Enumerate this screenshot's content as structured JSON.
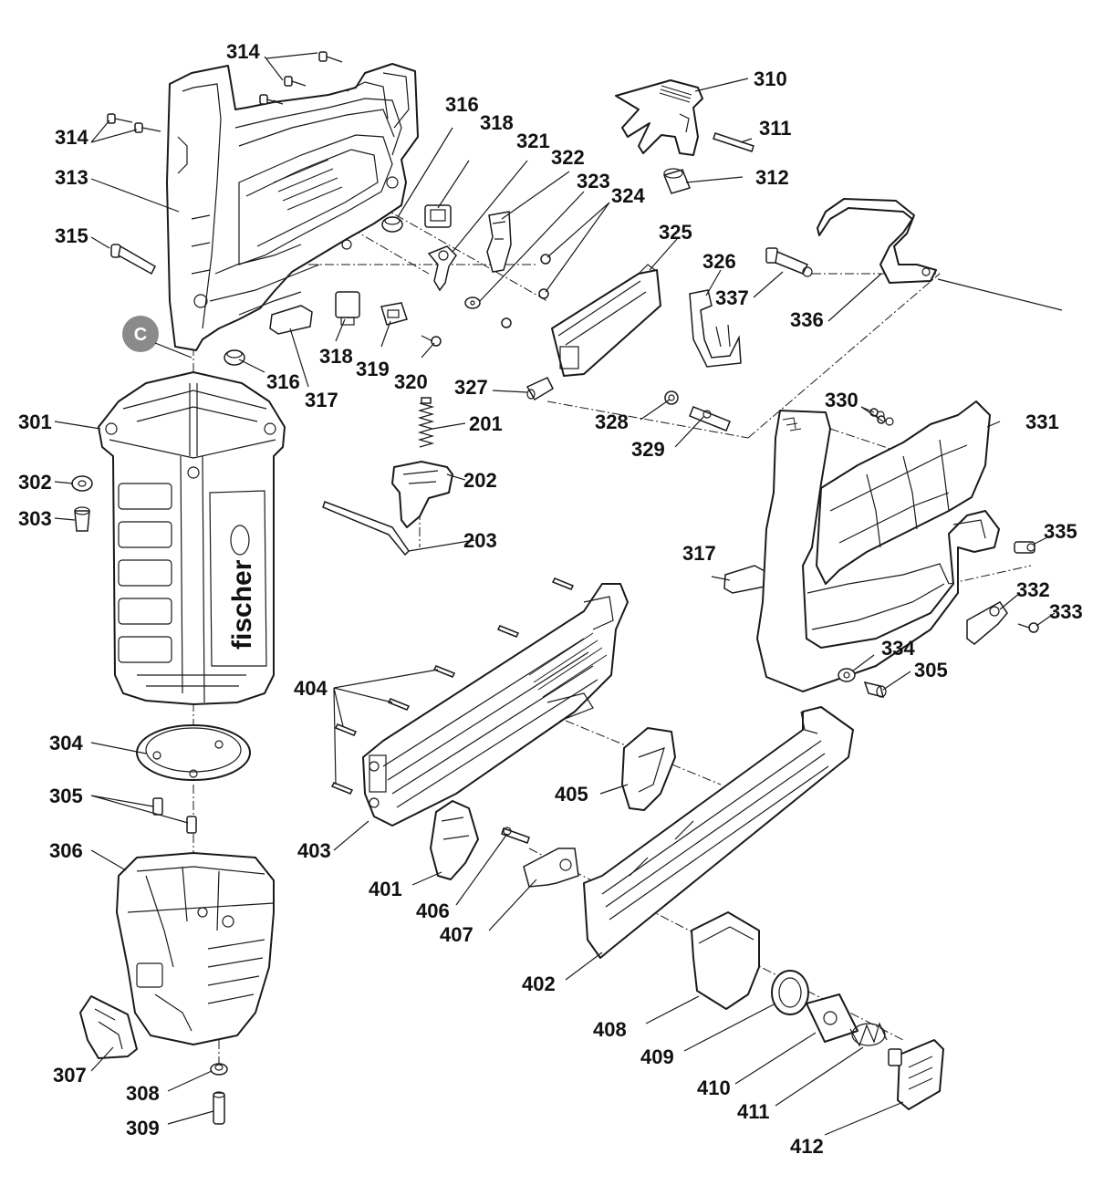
{
  "diagram": {
    "brand_text": "fischer",
    "section_marker": "C",
    "colors": {
      "line": "#1a1a1a",
      "badge": "#8a8a8a",
      "background": "#ffffff"
    },
    "callouts": {
      "c314a": "314",
      "c314b": "314",
      "c313": "313",
      "c315": "315",
      "c316a": "316",
      "c316b": "316",
      "c317a": "317",
      "c317b": "317",
      "c318a": "318",
      "c318b": "318",
      "c319": "319",
      "c320": "320",
      "c321": "321",
      "c322": "322",
      "c323": "323",
      "c324": "324",
      "c310": "310",
      "c311": "311",
      "c312": "312",
      "c325": "325",
      "c326": "326",
      "c327": "327",
      "c328": "328",
      "c329": "329",
      "c330": "330",
      "c331": "331",
      "c332": "332",
      "c333": "333",
      "c334": "334",
      "c335": "335",
      "c336": "336",
      "c337": "337",
      "c301": "301",
      "c302": "302",
      "c303": "303",
      "c304": "304",
      "c305a": "305",
      "c305b": "305",
      "c306": "306",
      "c307": "307",
      "c308": "308",
      "c309": "309",
      "c201": "201",
      "c202": "202",
      "c203": "203",
      "c401": "401",
      "c402": "402",
      "c403": "403",
      "c404": "404",
      "c405": "405",
      "c406": "406",
      "c407": "407",
      "c408": "408",
      "c409": "409",
      "c410": "410",
      "c411": "411",
      "c412": "412"
    }
  }
}
